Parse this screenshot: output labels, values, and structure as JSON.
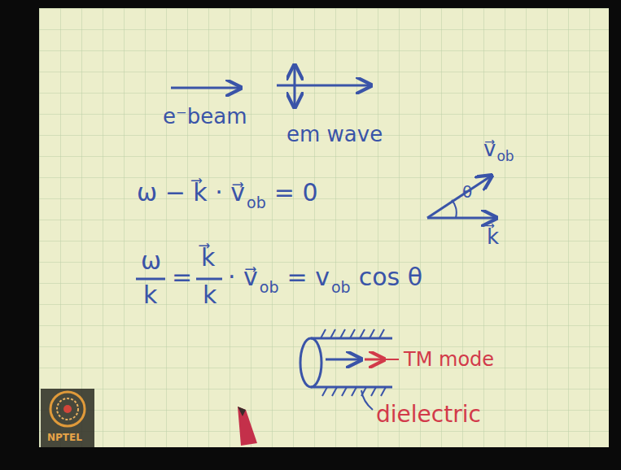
{
  "diagram": {
    "labels": [
      "e⁻beam",
      "em wave",
      "ω − k⃗ · v⃗",
      "ob",
      "= 0",
      "ω",
      "k",
      "=",
      "k⃗",
      "k",
      "· v⃗",
      "ob",
      "= v",
      "ob",
      "cos θ",
      "v⃗",
      "ob",
      "θ",
      "k⃗",
      "TM mode",
      "dielectric",
      "NPTEL"
    ]
  }
}
